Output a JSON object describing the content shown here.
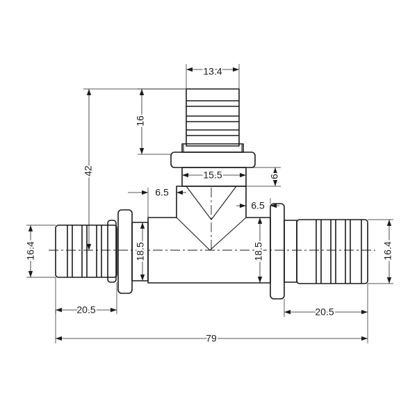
{
  "dimensions": {
    "branch_outer_width": "13.4",
    "branch_insert_length": "16",
    "total_height": "42",
    "branch_body_width": "15.5",
    "collar_height": "6",
    "left_socket_depth": "6.5",
    "right_socket_depth": "6.5",
    "left_outer_diameter": "16.4",
    "right_outer_diameter": "16.4",
    "left_bore": "18.5",
    "right_bore": "18.5",
    "left_insert_length": "20.5",
    "right_insert_length": "20.5",
    "total_length": "79"
  }
}
